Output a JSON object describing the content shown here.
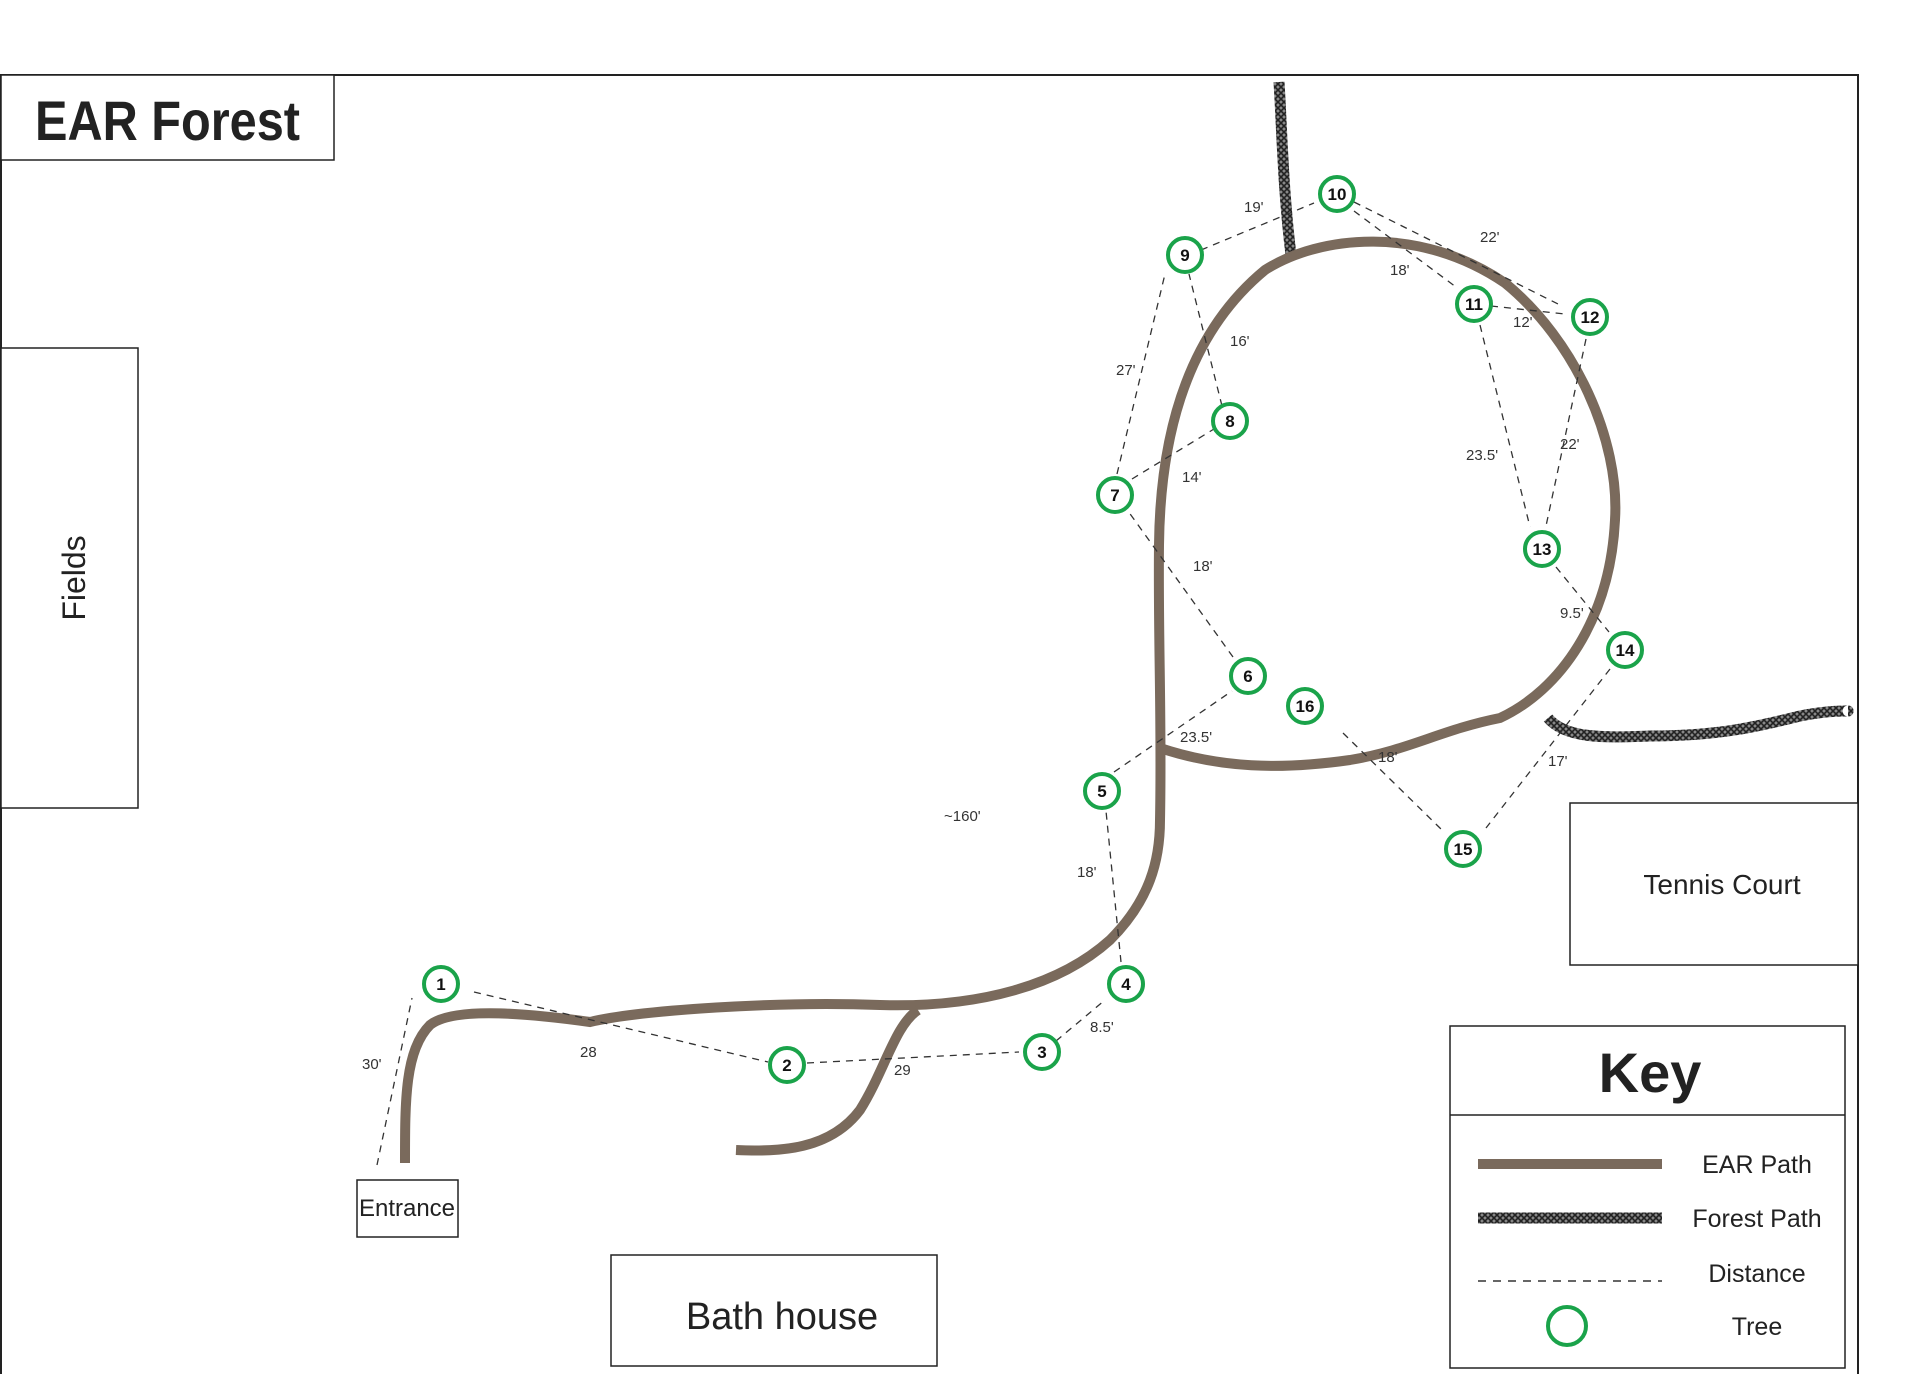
{
  "map": {
    "title": "EAR Forest",
    "places": {
      "fields": "Fields",
      "tennis_court": "Tennis Court",
      "bath_house": "Bath house",
      "entrance": "Entrance"
    },
    "trees": [
      "1",
      "2",
      "3",
      "4",
      "5",
      "6",
      "7",
      "8",
      "9",
      "10",
      "11",
      "12",
      "13",
      "14",
      "15",
      "16"
    ],
    "distances": {
      "d_e1": "30'",
      "d_12": "28",
      "d_23": "29",
      "d_34": "8.5'",
      "d_45": "18'",
      "d_56": "23.5'",
      "d_67": "18'",
      "d_78": "14'",
      "d_79": "27'",
      "d_89": "16'",
      "d_910": "19'",
      "d_1011": "18'",
      "d_1012": "22'",
      "d_1112": "12'",
      "d_1113": "23.5'",
      "d_1213": "22'",
      "d_1314": "9.5'",
      "d_1415": "17'",
      "d_1516": "18'",
      "d_long": "~160'"
    },
    "colors": {
      "ear_path": "#7a6a5c",
      "forest_path": "#5a5a5a",
      "tree_ring": "#1aa34a"
    }
  },
  "key": {
    "title": "Key",
    "items": {
      "ear_path": "EAR Path",
      "forest_path": "Forest Path",
      "distance": "Distance",
      "tree": "Tree"
    }
  }
}
